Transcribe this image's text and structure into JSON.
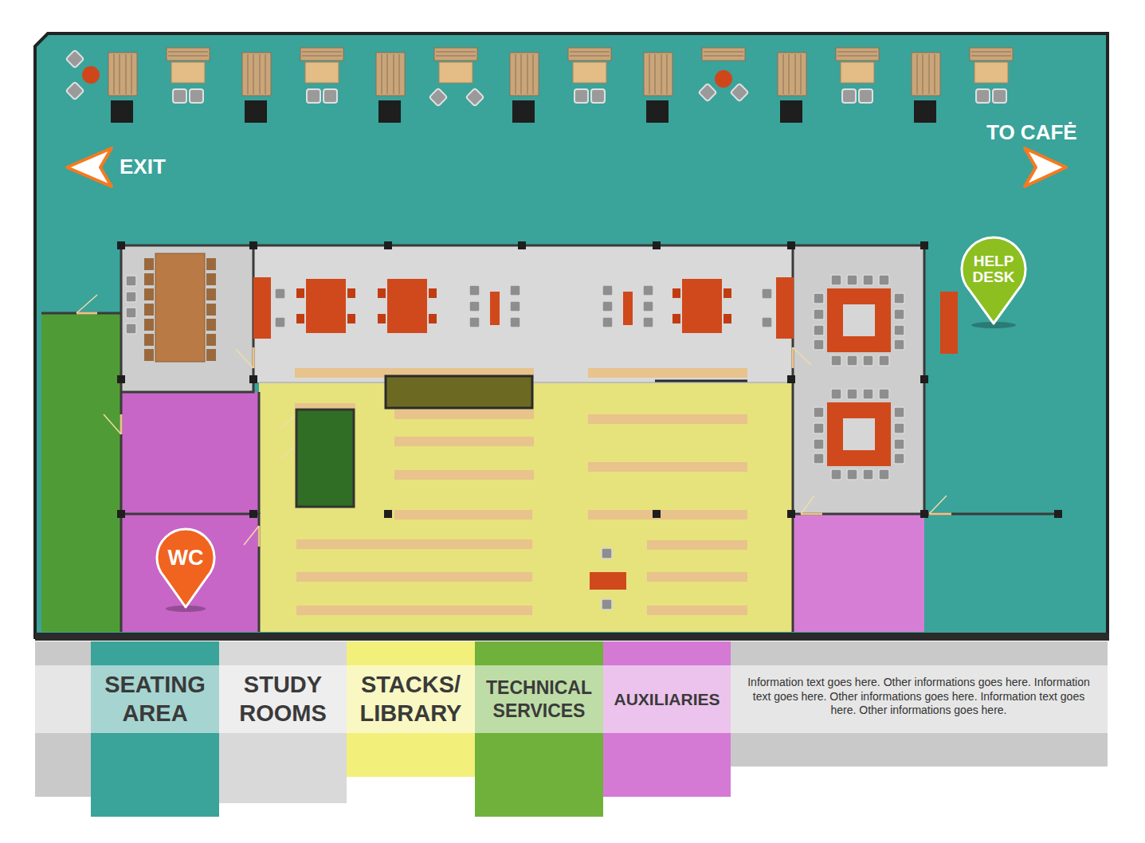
{
  "diagram": {
    "nodes": [
      {
        "text": [
          "HELP DESK"
        ]
      },
      {
        "text": [
          "WC"
        ]
      }
    ],
    "labels": [
      "EXIT",
      "TO CAFĖ",
      "Information text goes here. Other informations goes here. Information text goes here. Other informations goes here. Information text goes here. Other informations goes here."
    ],
    "legend": [
      {
        "text": "SEATING AREA",
        "color": "#3aa39a"
      },
      {
        "text": "STUDY ROOMS",
        "color": "#d9d9d9"
      },
      {
        "text": "STACKS/ LIBRARY",
        "color": "#f2f07a"
      },
      {
        "text": "TECHNICAL SERVICES",
        "color": "#6fb13a"
      },
      {
        "text": "AUXILIARIES",
        "color": "#d47ad4"
      }
    ]
  }
}
